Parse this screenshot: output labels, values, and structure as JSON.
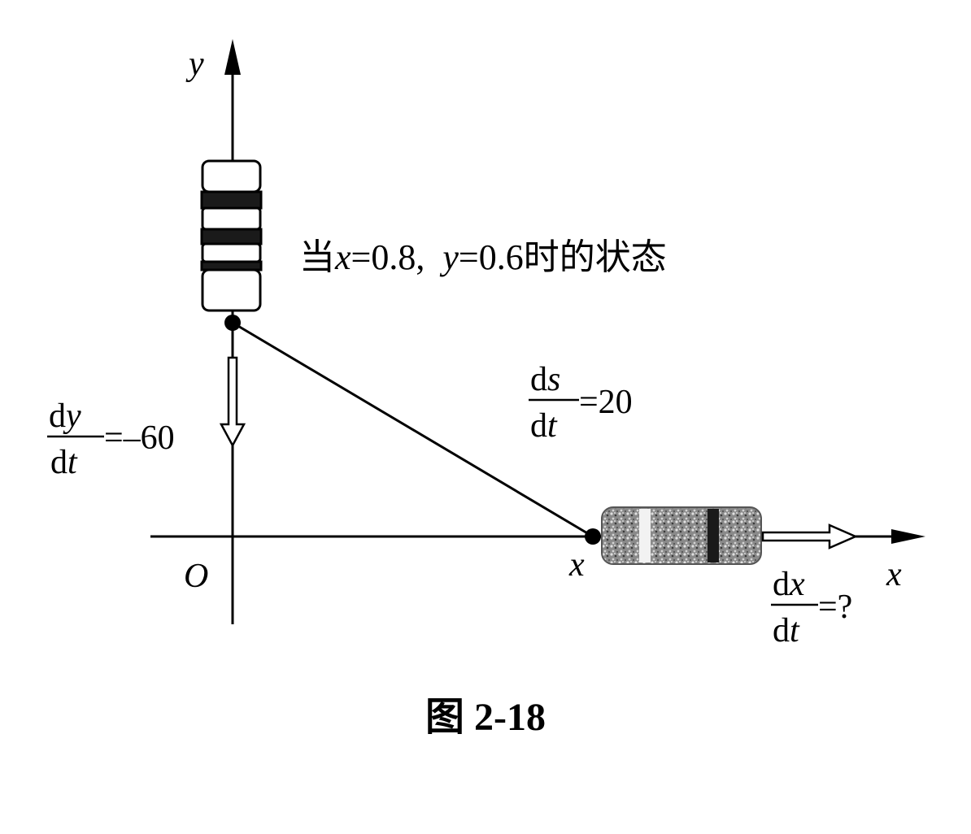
{
  "labels": {
    "y_axis": "y",
    "x_axis": "x",
    "origin": "O",
    "x_point": "x",
    "state_prefix": "当",
    "state_x": "x",
    "state_mid": "=0.8,  ",
    "state_y": "y",
    "state_tail": "=0.6时的状态"
  },
  "rates": {
    "dy": {
      "d_num": "d",
      "var_num": "y",
      "d_den": "d",
      "var_den": "t",
      "value": "=–60"
    },
    "ds": {
      "d_num": "d",
      "var_num": "s",
      "d_den": "d",
      "var_den": "t",
      "value": "=20"
    },
    "dx": {
      "d_num": "d",
      "var_num": "x",
      "d_den": "d",
      "var_den": "t",
      "value": "=?"
    }
  },
  "caption": "图 2-18"
}
